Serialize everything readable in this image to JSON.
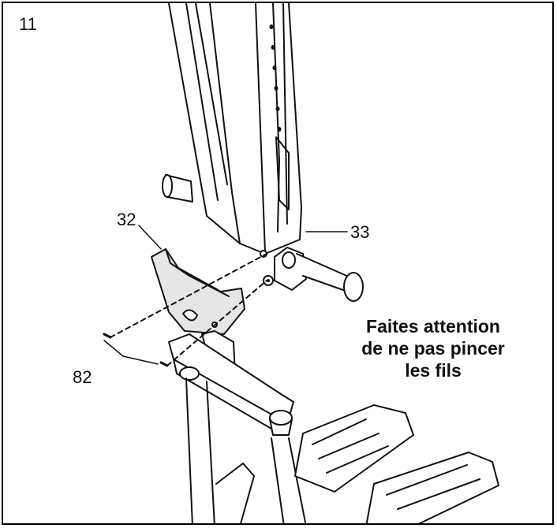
{
  "step": "11",
  "callouts": {
    "part_32": "32",
    "part_33": "33",
    "part_82": "82"
  },
  "warning": {
    "line1": "Faites attention",
    "line2": "de ne pas pincer",
    "line3": "les fils"
  },
  "colors": {
    "line": "#111111",
    "shade": "#e6e6e6",
    "background": "#ffffff"
  }
}
